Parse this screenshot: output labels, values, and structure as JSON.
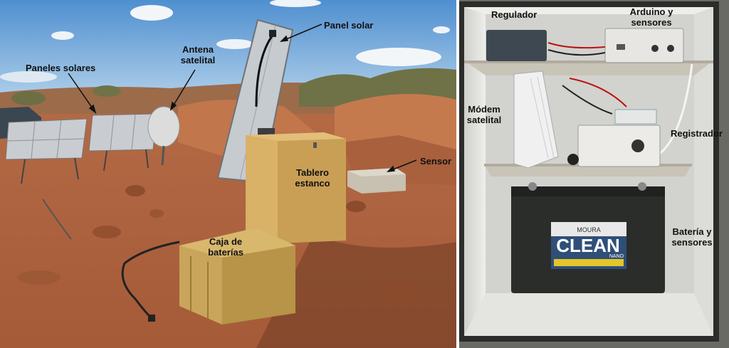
{
  "left_photo": {
    "labels": {
      "paneles_solares": "Paneles solares",
      "antena_satelital": "Antena satelital",
      "panel_solar": "Panel solar",
      "tablero_estanco": "Tablero estanco",
      "sensor": "Sensor",
      "caja_de_baterias": "Caja de baterías"
    }
  },
  "right_photo": {
    "labels": {
      "regulador": "Regulador",
      "arduino_y_sensores": "Arduino y sensores",
      "modem_satelital": "Módem satelital",
      "registrador": "Registrador",
      "bateria_y_sensores": "Batería y sensores"
    },
    "battery_brand": "CLEAN",
    "battery_maker": "MOURA",
    "battery_sub": "NANO"
  },
  "colors": {
    "sky": "#6fa6d8",
    "ground": "#b86a3e",
    "cabinet": "#c79a52",
    "foam": "#e9e9e6",
    "battery": "#2a2c2a"
  }
}
